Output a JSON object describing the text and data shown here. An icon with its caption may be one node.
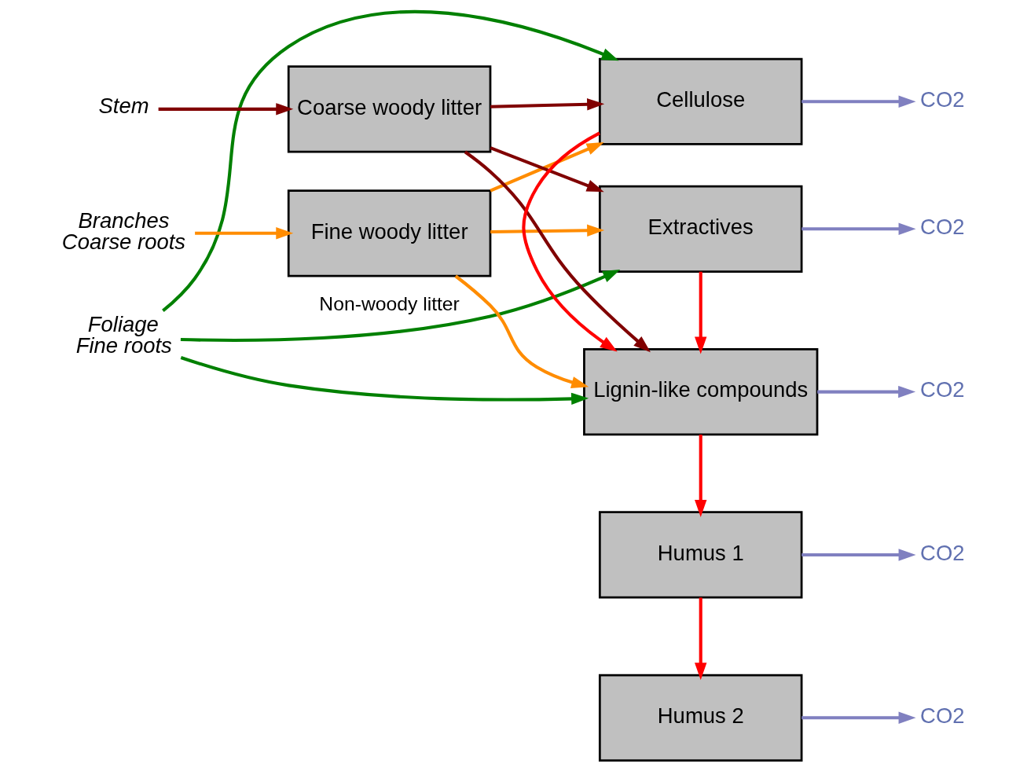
{
  "diagram": {
    "nodes": [
      {
        "text": [
          "Foliage",
          "Fine roots"
        ]
      },
      {
        "text": [
          "Branches",
          "Coarse roots"
        ]
      },
      {
        "text": [
          "Stem"
        ]
      },
      {
        "text": [
          "Fine woody litter"
        ]
      },
      {
        "text": [
          "Coarse woody litter"
        ]
      },
      {
        "text": [
          "Extractives"
        ]
      },
      {
        "text": [
          "Cellulose"
        ]
      },
      {
        "text": [
          "Lignin-like compounds"
        ]
      },
      {
        "text": [
          "Humus 1"
        ]
      },
      {
        "text": [
          "Humus 2"
        ]
      },
      {
        "text": [
          "CO2"
        ]
      },
      {
        "text": [
          "CO2"
        ]
      },
      {
        "text": [
          "CO2"
        ]
      },
      {
        "text": [
          "CO2"
        ]
      },
      {
        "text": [
          "CO2"
        ]
      }
    ],
    "edges": [
      {
        "from": 0,
        "to": 5,
        "arrow": "to",
        "label": "Non-woody litter",
        "color": "#008000"
      },
      {
        "from": 0,
        "to": 6,
        "arrow": "to",
        "color": "#008000"
      },
      {
        "from": 0,
        "to": 7,
        "arrow": "to",
        "color": "#008000"
      },
      {
        "from": 1,
        "to": 3,
        "arrow": "to",
        "color": "#ff8c00"
      },
      {
        "from": 2,
        "to": 4,
        "arrow": "to",
        "color": "#800000"
      },
      {
        "from": 3,
        "to": 5,
        "arrow": "to",
        "color": "#ff8c00"
      },
      {
        "from": 3,
        "to": 6,
        "arrow": "to",
        "color": "#ff8c00"
      },
      {
        "from": 3,
        "to": 7,
        "arrow": "to",
        "color": "#ff8c00"
      },
      {
        "from": 4,
        "to": 5,
        "arrow": "to",
        "color": "#800000"
      },
      {
        "from": 4,
        "to": 6,
        "arrow": "to",
        "color": "#800000"
      },
      {
        "from": 4,
        "to": 7,
        "arrow": "to",
        "color": "#800000"
      },
      {
        "from": 5,
        "to": 10,
        "arrow": "to",
        "color": "#8080c0"
      },
      {
        "from": 5,
        "to": 7,
        "arrow": "to",
        "color": "#ff0000"
      },
      {
        "from": 6,
        "to": 11,
        "arrow": "to",
        "color": "#8080c0"
      },
      {
        "from": 6,
        "to": 7,
        "arrow": "to",
        "color": "#ff0000"
      },
      {
        "from": 7,
        "to": 12,
        "arrow": "to",
        "color": "#8080c0"
      },
      {
        "from": 7,
        "to": 8,
        "arrow": "to",
        "color": "#ff0000"
      },
      {
        "from": 8,
        "to": 13,
        "arrow": "to",
        "color": "#8080c0"
      },
      {
        "from": 8,
        "to": 9,
        "arrow": "to",
        "color": "#ff0000"
      },
      {
        "from": 9,
        "to": 14,
        "arrow": "to",
        "color": "#8080c0"
      }
    ]
  }
}
